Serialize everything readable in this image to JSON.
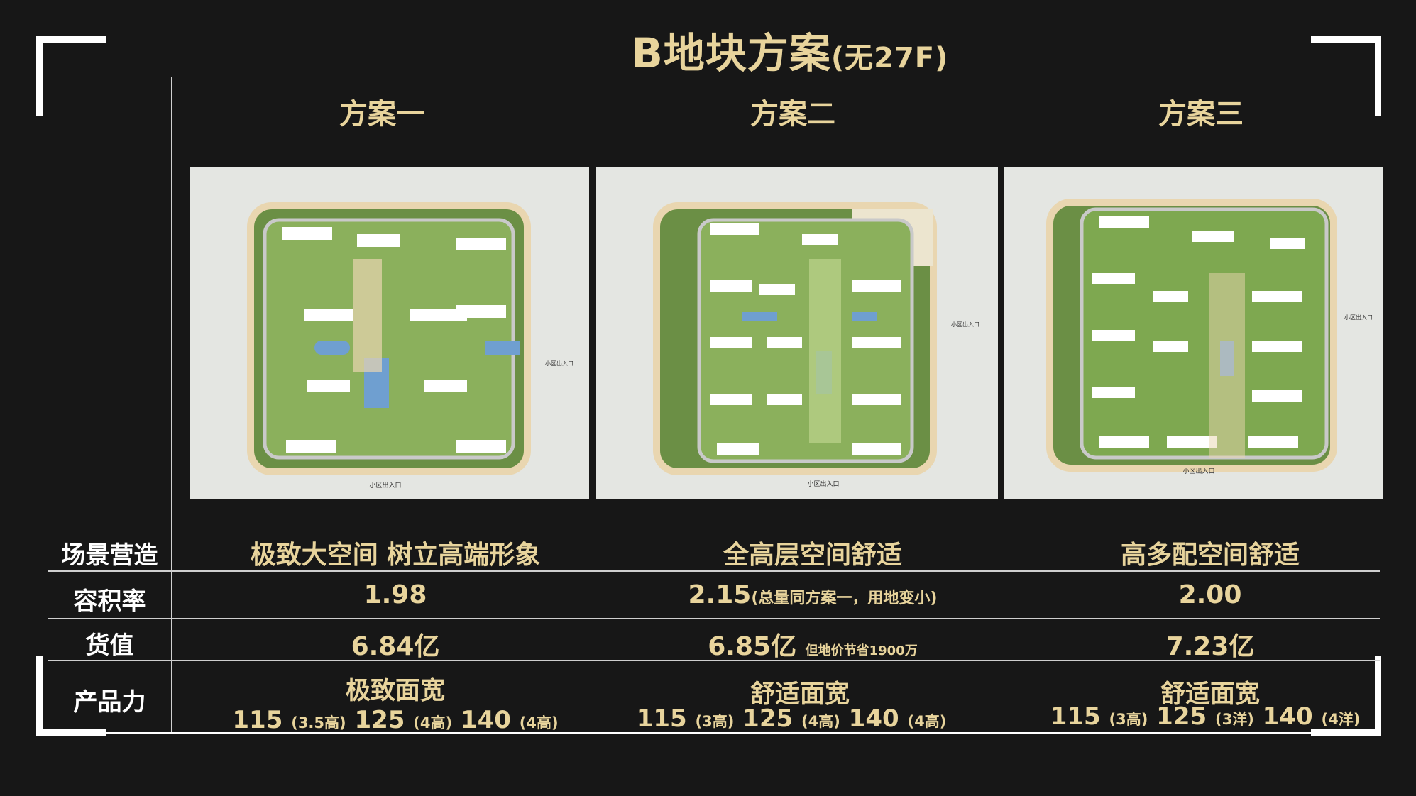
{
  "title": {
    "main": "B地块方案",
    "suffix": "(无27F)"
  },
  "columns": [
    {
      "header": "方案一",
      "plan_labels": [
        "小区出入口",
        "小区出入口"
      ]
    },
    {
      "header": "方案二",
      "plan_labels": [
        "小区出入口",
        "小区出入口"
      ]
    },
    {
      "header": "方案三",
      "plan_labels": [
        "小区出入口",
        "小区出入口"
      ]
    }
  ],
  "rows": {
    "scene": {
      "label": "场景营造",
      "values": [
        "极致大空间 树立高端形象",
        "全高层空间舒适",
        "高多配空间舒适"
      ]
    },
    "far": {
      "label": "容积率",
      "values": [
        "1.98",
        "2.15",
        "2.00"
      ],
      "notes": [
        "",
        "(总量同方案一，用地变小)",
        ""
      ]
    },
    "value": {
      "label": "货值",
      "values": [
        "6.84亿",
        "6.85亿",
        "7.23亿"
      ],
      "notes": [
        "",
        "但地价节省1900万",
        ""
      ]
    },
    "product": {
      "label": "产品力",
      "titles": [
        "极致面宽",
        "舒适面宽",
        "舒适面宽"
      ],
      "mixes": [
        [
          {
            "size": "115",
            "type": "(3.5高)"
          },
          {
            "size": "125",
            "type": "(4高)"
          },
          {
            "size": "140",
            "type": "(4高)"
          }
        ],
        [
          {
            "size": "115",
            "type": "(3高)"
          },
          {
            "size": "125",
            "type": "(4高)"
          },
          {
            "size": "140",
            "type": "(4高)"
          }
        ],
        [
          {
            "size": "115",
            "type": "(3高)"
          },
          {
            "size": "125",
            "type": "(3洋)"
          },
          {
            "size": "140",
            "type": "(4洋)"
          }
        ]
      ]
    }
  },
  "colors": {
    "background": "#171717",
    "accent": "#e8d49c",
    "label": "#ffffff"
  }
}
